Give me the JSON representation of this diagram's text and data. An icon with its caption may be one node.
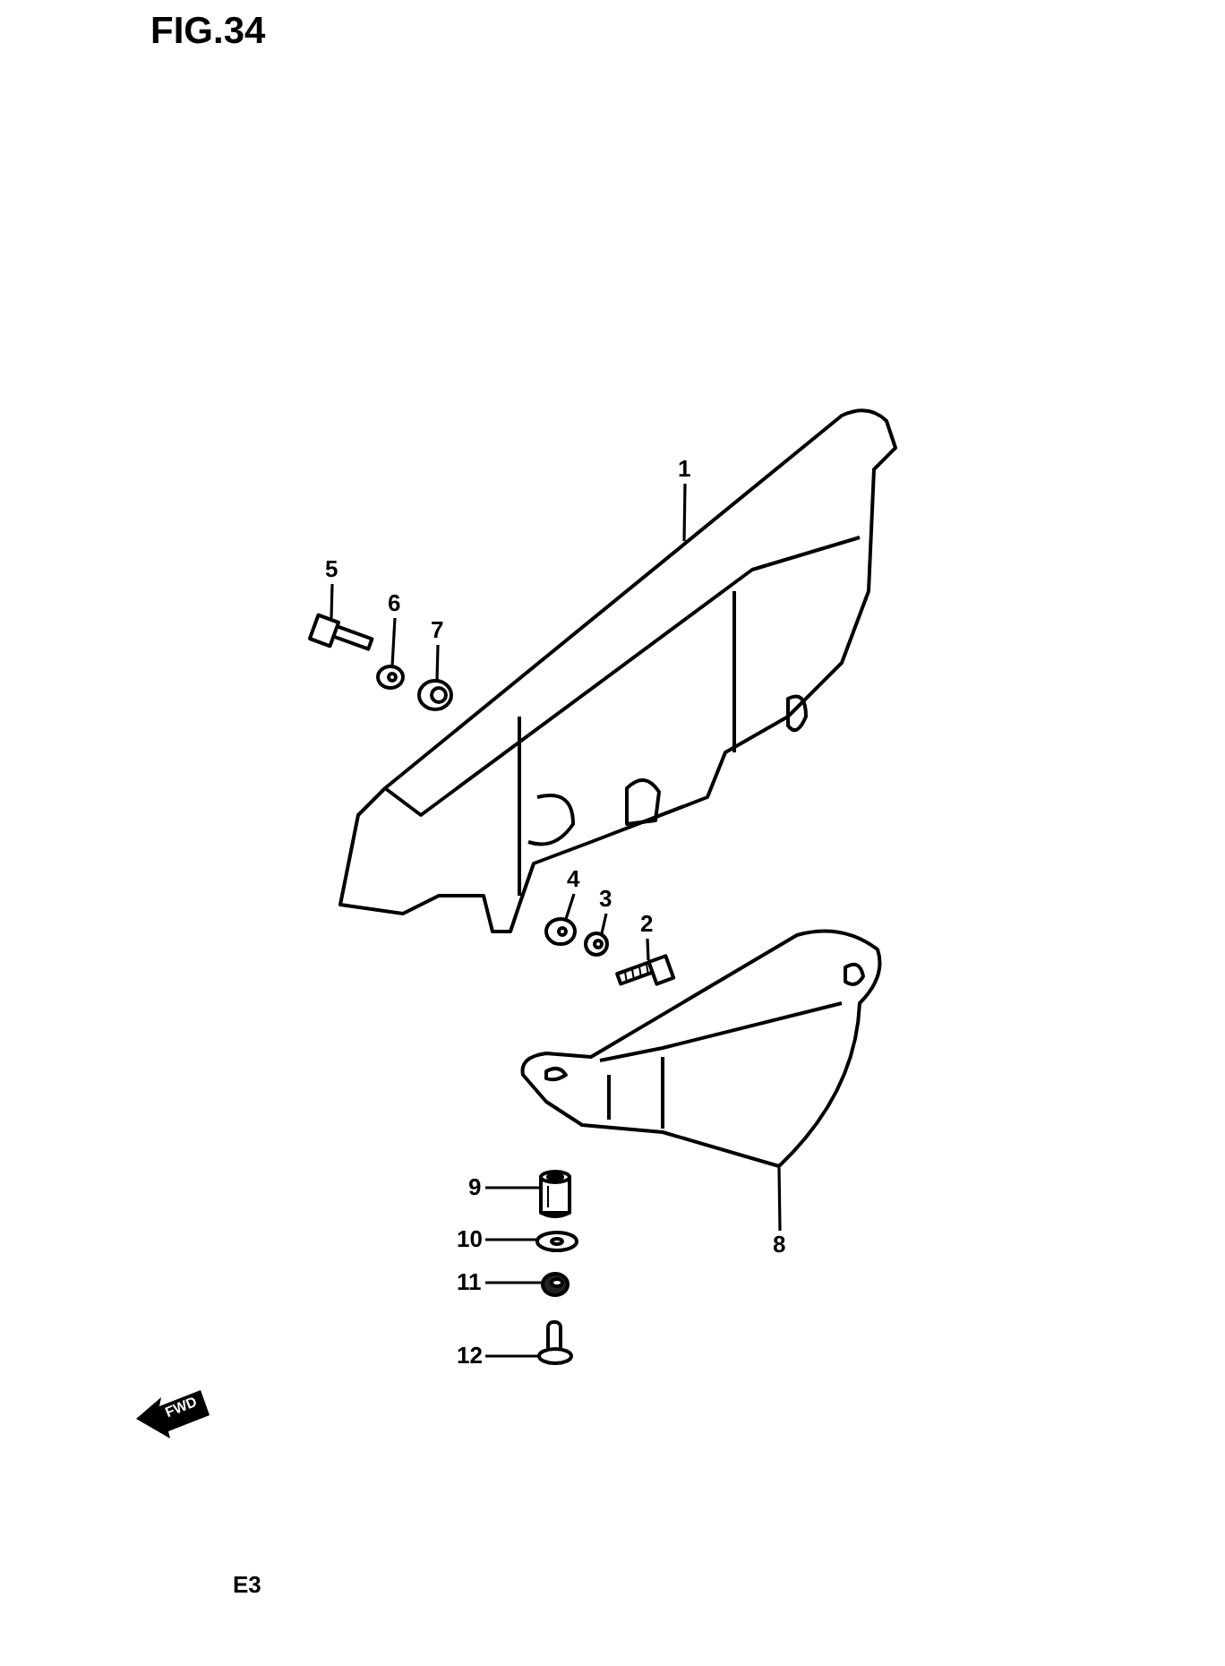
{
  "diagram": {
    "title": "FIG.34",
    "nodes": [
      {
        "text": [
          "1"
        ]
      },
      {
        "text": [
          "2"
        ]
      },
      {
        "text": [
          "3"
        ]
      },
      {
        "text": [
          "4"
        ]
      },
      {
        "text": [
          "5"
        ]
      },
      {
        "text": [
          "6"
        ]
      },
      {
        "text": [
          "7"
        ]
      },
      {
        "text": [
          "8"
        ]
      },
      {
        "text": [
          "9"
        ]
      },
      {
        "text": [
          "10"
        ]
      },
      {
        "text": [
          "11"
        ]
      },
      {
        "text": [
          "12"
        ]
      },
      {
        "text": [],
        "shape": "picture"
      },
      {
        "text": [],
        "shape": "picture"
      },
      {
        "text": [],
        "shape": "picture"
      },
      {
        "text": [],
        "shape": "picture"
      },
      {
        "text": [],
        "shape": "picture"
      },
      {
        "text": [],
        "shape": "picture"
      },
      {
        "text": [],
        "shape": "picture"
      },
      {
        "text": [],
        "shape": "picture"
      },
      {
        "text": [],
        "shape": "picture"
      },
      {
        "text": [],
        "shape": "picture"
      },
      {
        "text": [],
        "shape": "picture"
      },
      {
        "text": [],
        "shape": "picture"
      }
    ],
    "edges": [
      {
        "from": 0,
        "to": 12,
        "arrow": "none"
      },
      {
        "from": 1,
        "to": 13,
        "arrow": "none"
      },
      {
        "from": 2,
        "to": 14,
        "arrow": "none"
      },
      {
        "from": 3,
        "to": 15,
        "arrow": "none"
      },
      {
        "from": 4,
        "to": 16,
        "arrow": "none"
      },
      {
        "from": 5,
        "to": 17,
        "arrow": "none"
      },
      {
        "from": 6,
        "to": 18,
        "arrow": "none"
      },
      {
        "from": 7,
        "to": 19,
        "arrow": "none"
      },
      {
        "from": 8,
        "to": 20,
        "arrow": "none"
      },
      {
        "from": 9,
        "to": 21,
        "arrow": "none"
      },
      {
        "from": 10,
        "to": 22,
        "arrow": "none"
      },
      {
        "from": 11,
        "to": 23,
        "arrow": "none"
      }
    ],
    "labels": [
      "FWD",
      "E3"
    ]
  }
}
